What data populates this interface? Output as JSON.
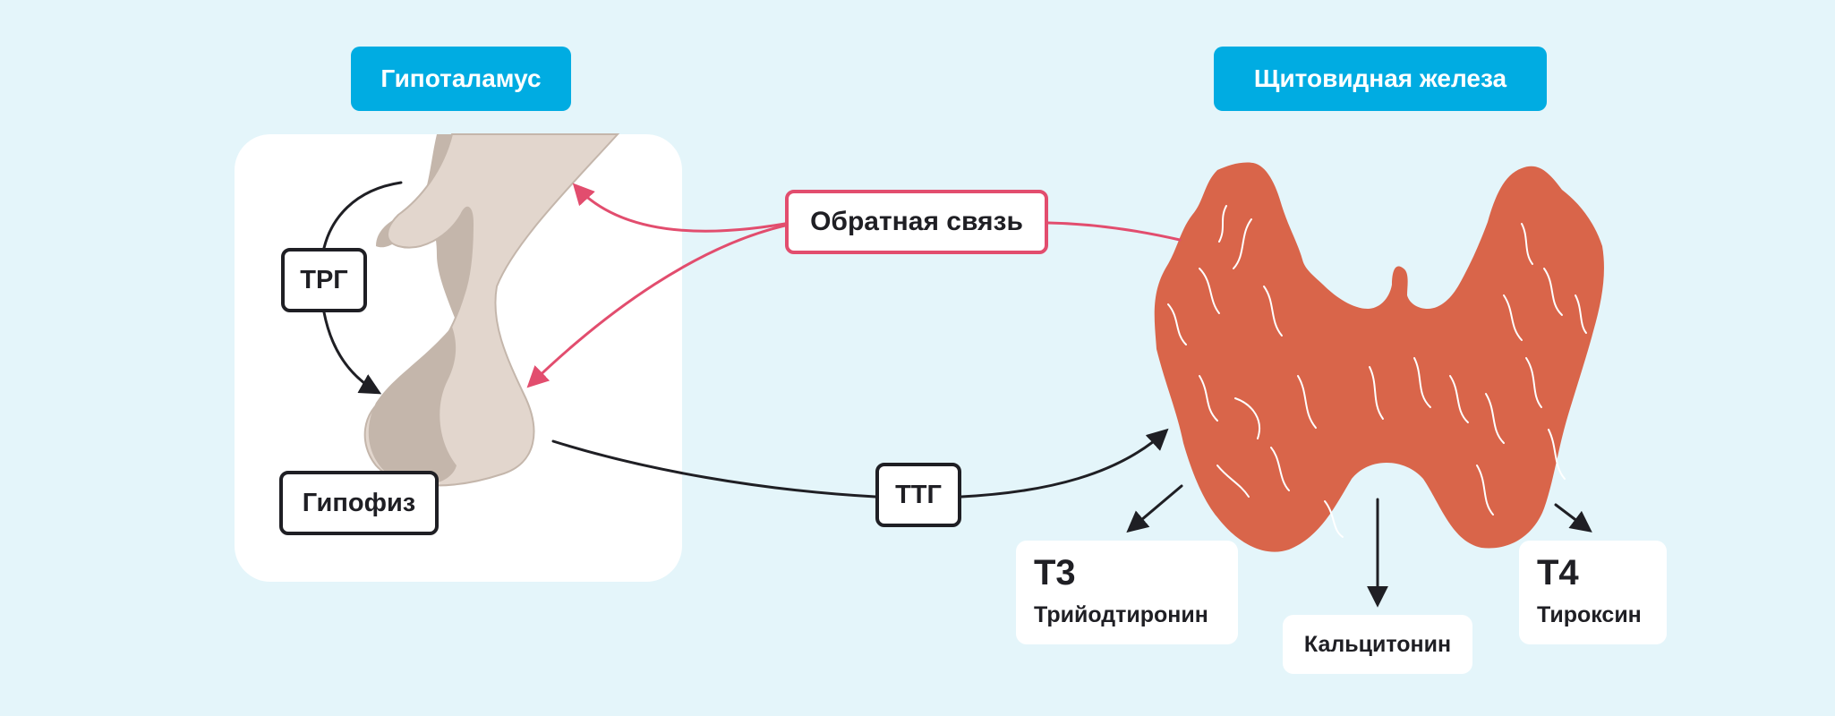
{
  "hypothalamus_title": "Гипоталамус",
  "thyroid_title": "Щитовидная железа",
  "trg_label": "ТРГ",
  "pituitary_label": "Гипофиз",
  "ttg_label": "ТТГ",
  "feedback_label": "Обратная связь",
  "t3": {
    "symbol": "Т3",
    "name": "Трийодтиронин"
  },
  "calcitonin": {
    "name": "Кальцитонин"
  },
  "t4": {
    "symbol": "Т4",
    "name": "Тироксин"
  },
  "colors": {
    "background": "#e4f5fa",
    "badge": "#00ace2",
    "feedback": "#e24d6e",
    "thyroid": "#d9654a",
    "brain_light": "#e2d6cd",
    "brain_dark": "#c4b6ab",
    "arrow": "#1f1f24"
  }
}
